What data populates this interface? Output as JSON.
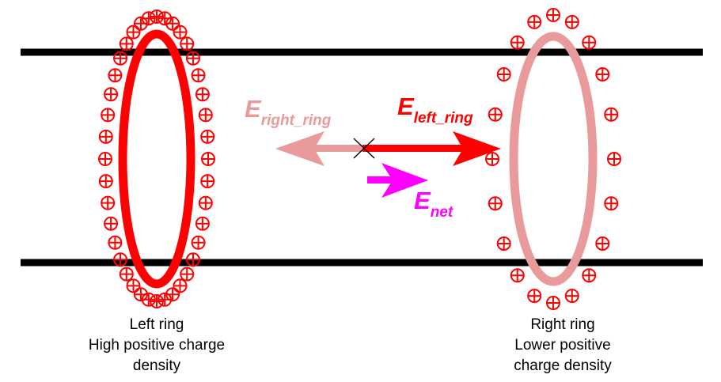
{
  "colors": {
    "wire": "#000000",
    "left_ring": "#ff0000",
    "right_ring": "#e99a9a",
    "net_field": "#ff00ff",
    "charge": "#ff0000"
  },
  "fields": {
    "right_ring": {
      "symbol": "E",
      "subscript": "right_ring"
    },
    "left_ring": {
      "symbol": "E",
      "subscript": "left_ring"
    },
    "net": {
      "symbol": "E",
      "subscript": "net"
    }
  },
  "labels": {
    "left_ring": {
      "line1": "Left ring",
      "line2": "High positive charge",
      "line3": "density"
    },
    "right_ring": {
      "line1": "Right ring",
      "line2": "Lower positive",
      "line3": "charge density"
    }
  },
  "charge_symbol": "plus-circle-icon"
}
